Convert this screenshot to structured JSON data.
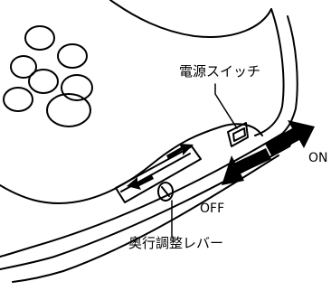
{
  "labels": {
    "power_switch": "電源スイッチ",
    "depth_lever": "奥行調整レバー",
    "on": "ON",
    "off": "OFF"
  },
  "colors": {
    "ink": "#000000",
    "paper": "#ffffff"
  },
  "icons": [
    "on-arrow-icon",
    "off-arrow-icon",
    "lever-slide-arrow-icon"
  ]
}
